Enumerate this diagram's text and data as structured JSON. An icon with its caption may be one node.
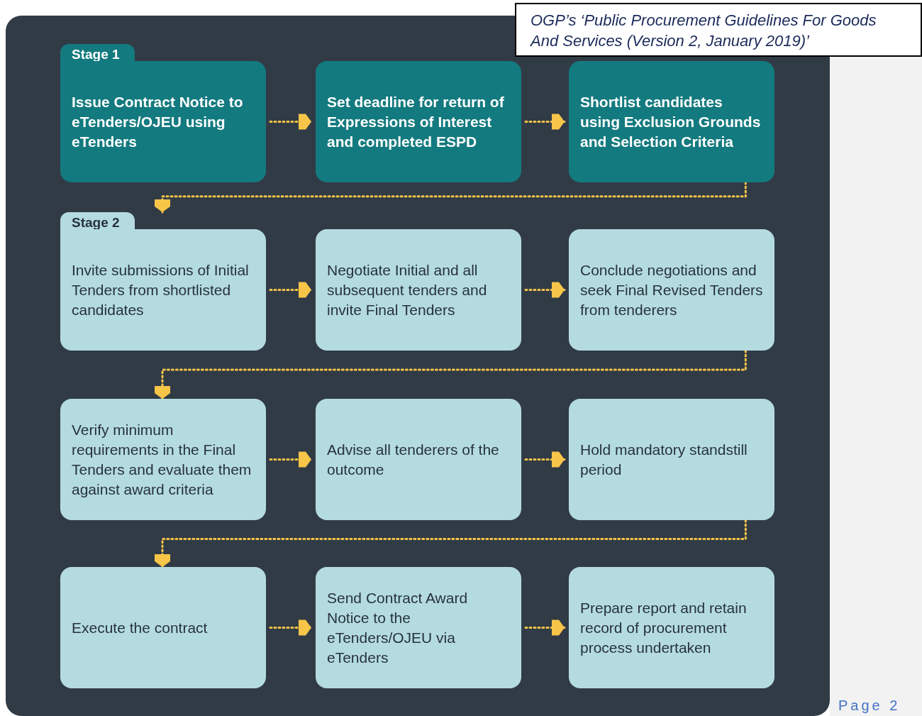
{
  "diagram": {
    "nodes": [
      {
        "text": [
          "Stage 1",
          "Issue Contract Notice to eTenders/OJEU using eTenders"
        ]
      },
      {
        "text": [
          "Set deadline for return of Expressions of Interest and completed ESPD"
        ]
      },
      {
        "text": [
          "Shortlist candidates using Exclusion Grounds and Selection Criteria"
        ]
      },
      {
        "text": [
          "Stage 2",
          "Invite submissions of Initial Tenders from shortlisted candidates"
        ]
      },
      {
        "text": [
          "Negotiate Initial and all subsequent tenders and invite Final Tenders"
        ]
      },
      {
        "text": [
          "Conclude negotiations and seek Final Revised Tenders from tenderers"
        ]
      },
      {
        "text": [
          "Verify minimum requirements in the Final Tenders and evaluate them against award criteria"
        ]
      },
      {
        "text": [
          "Advise all tenderers of the outcome"
        ]
      },
      {
        "text": [
          "Hold mandatory standstill period"
        ]
      },
      {
        "text": [
          "Execute the contract"
        ]
      },
      {
        "text": [
          "Send Contract Award Notice to the eTenders/OJEU via eTenders"
        ]
      },
      {
        "text": [
          "Prepare report and retain record of procurement process undertaken"
        ]
      }
    ],
    "edges": [
      {
        "from": 0,
        "to": 1,
        "arrow": "to",
        "style": "dashed"
      },
      {
        "from": 1,
        "to": 2,
        "arrow": "to",
        "style": "dashed"
      },
      {
        "from": 2,
        "to": 3,
        "arrow": "to",
        "style": "dashed"
      },
      {
        "from": 3,
        "to": 4,
        "arrow": "to",
        "style": "dashed"
      },
      {
        "from": 4,
        "to": 5,
        "arrow": "to",
        "style": "dashed"
      },
      {
        "from": 5,
        "to": 6,
        "arrow": "to",
        "style": "dashed"
      },
      {
        "from": 6,
        "to": 7,
        "arrow": "to",
        "style": "dashed"
      },
      {
        "from": 7,
        "to": 8,
        "arrow": "to",
        "style": "dashed"
      },
      {
        "from": 8,
        "to": 9,
        "arrow": "to",
        "style": "dashed"
      },
      {
        "from": 9,
        "to": 10,
        "arrow": "to",
        "style": "dashed"
      },
      {
        "from": 10,
        "to": 11,
        "arrow": "to",
        "style": "dashed"
      }
    ],
    "labels": [
      "OGP’s ‘Public Procurement Guidelines For Goods And Services (Version 2, January 2019)’",
      "Page 2"
    ]
  }
}
